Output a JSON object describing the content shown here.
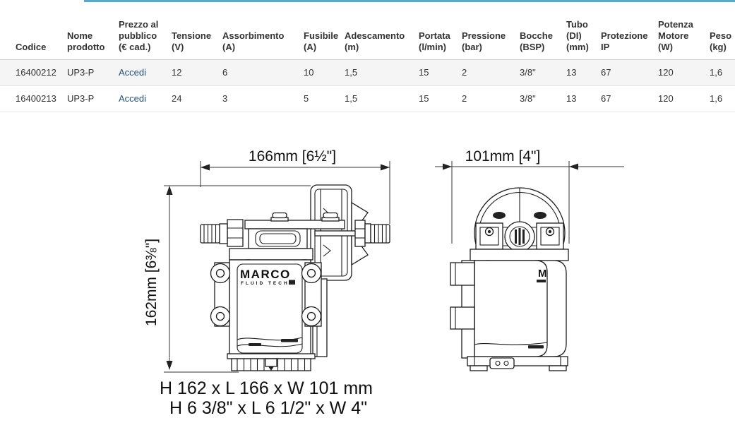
{
  "colors": {
    "top_bar": "#58a9cc",
    "link": "#23527c",
    "row_stripe": "#f5f5f5",
    "table_border": "#dddddd",
    "text": "#333333"
  },
  "table": {
    "columns": [
      "Codice",
      "Nome\nprodotto",
      "Prezzo al\npubblico\n(€ cad.)",
      "Tensione\n(V)",
      "Assorbimento\n(A)",
      "Fusibile\n(A)",
      "Adescamento\n(m)",
      "Portata\n(l/min)",
      "Pressione\n(bar)",
      "Bocche\n(BSP)",
      "Tubo\n(DI)\n(mm)",
      "Protezione\nIP",
      "Potenza\nMotore\n(W)",
      "Peso\n(kg)"
    ],
    "rows": [
      {
        "codice": "16400212",
        "nome": "UP3-P",
        "prezzo": "Accedi",
        "tensione": "12",
        "assorbimento": "6",
        "fusibile": "10",
        "adescamento": "1,5",
        "portata": "15",
        "pressione": "2",
        "bocche": "3/8\"",
        "tubo": "13",
        "protezione": "67",
        "potenza": "120",
        "peso": "1,6"
      },
      {
        "codice": "16400213",
        "nome": "UP3-P",
        "prezzo": "Accedi",
        "tensione": "24",
        "assorbimento": "3",
        "fusibile": "5",
        "adescamento": "1,5",
        "portata": "15",
        "pressione": "2",
        "bocche": "3/8\"",
        "tubo": "13",
        "protezione": "67",
        "potenza": "120",
        "peso": "1,6"
      }
    ]
  },
  "drawing": {
    "side_view_width_label": "166mm [6½\"]",
    "front_view_width_label": "101mm [4\"]",
    "side_view_height_label": "162mm [6⅜\"]",
    "logo_text": "MARCO",
    "logo_subtext": "FLUID TECH",
    "logo_partial": "M",
    "overall_dimensions_mm": "H 162 x L 166 x W 101 mm",
    "overall_dimensions_in": "H 6 3/8\" x L 6 1/2\" x W 4\""
  }
}
